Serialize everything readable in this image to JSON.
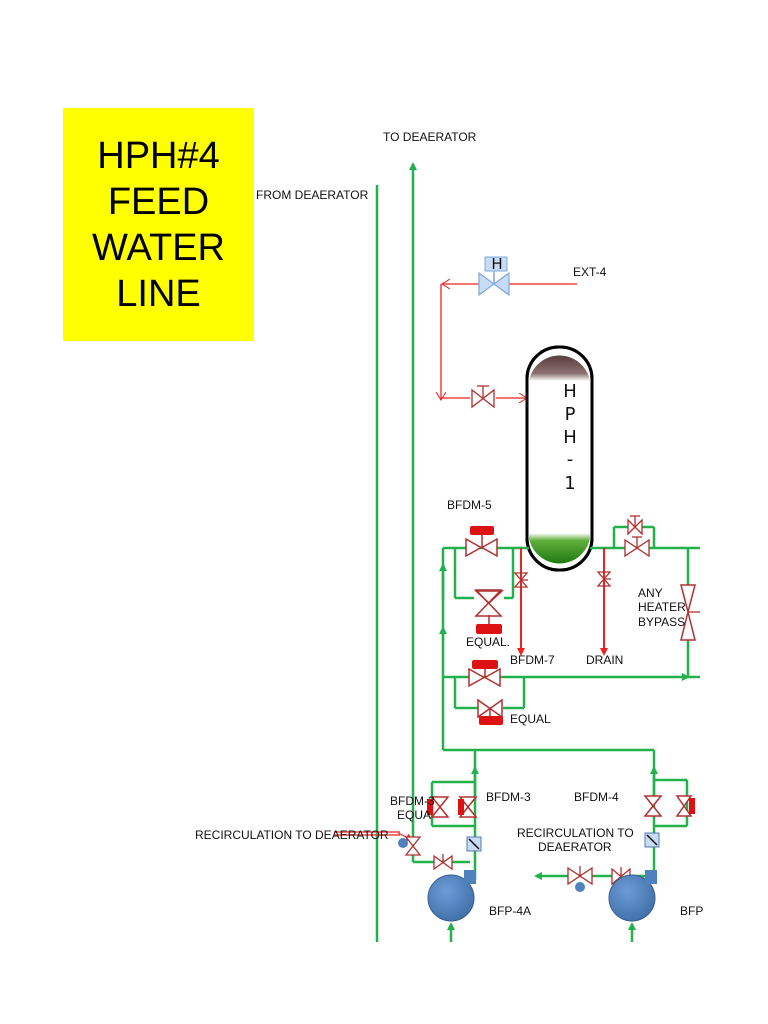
{
  "title": [
    "HPH#4",
    "FEED",
    "WATER",
    "LINE"
  ],
  "labels": {
    "to_deaerator": "TO DEAERATOR",
    "from_deaerator": "FROM DEAERATOR",
    "ext4": "EXT-4",
    "bfdm5": "BFDM-5",
    "equal_upper": "EQUAL.",
    "bfdm7": "BFDM-7",
    "drain": "DRAIN",
    "any": "ANY",
    "heater": "HEATER",
    "bypass": "BYPASS",
    "equal_lower": "EQUAL",
    "bfdm3a": "BFDM-3",
    "equa": "EQUA",
    "bfdm3b": "BFDM-3",
    "bfdm4": "BFDM-4",
    "recirc_left": "RECIRCULATION TO DEAERATOR",
    "recirc_right_1": "RECIRCULATION TO",
    "recirc_right_2": "DEAERATOR",
    "bfp4a": "BFP-4A",
    "bfp_cut": "BFP",
    "valve_h": "H",
    "hph_vertical": [
      "H",
      "P",
      "H",
      "-",
      "1"
    ]
  },
  "colors": {
    "title_bg": "#ffff00",
    "pipe_green": "#22b14c",
    "steam_red": "#ee2222",
    "valve_red": "#c0392b",
    "actuator_red": "#dd1111",
    "pump_blue": "#4f81bd",
    "vessel_green": "#2e8b1f",
    "vessel_top": "#6a4e4e"
  }
}
